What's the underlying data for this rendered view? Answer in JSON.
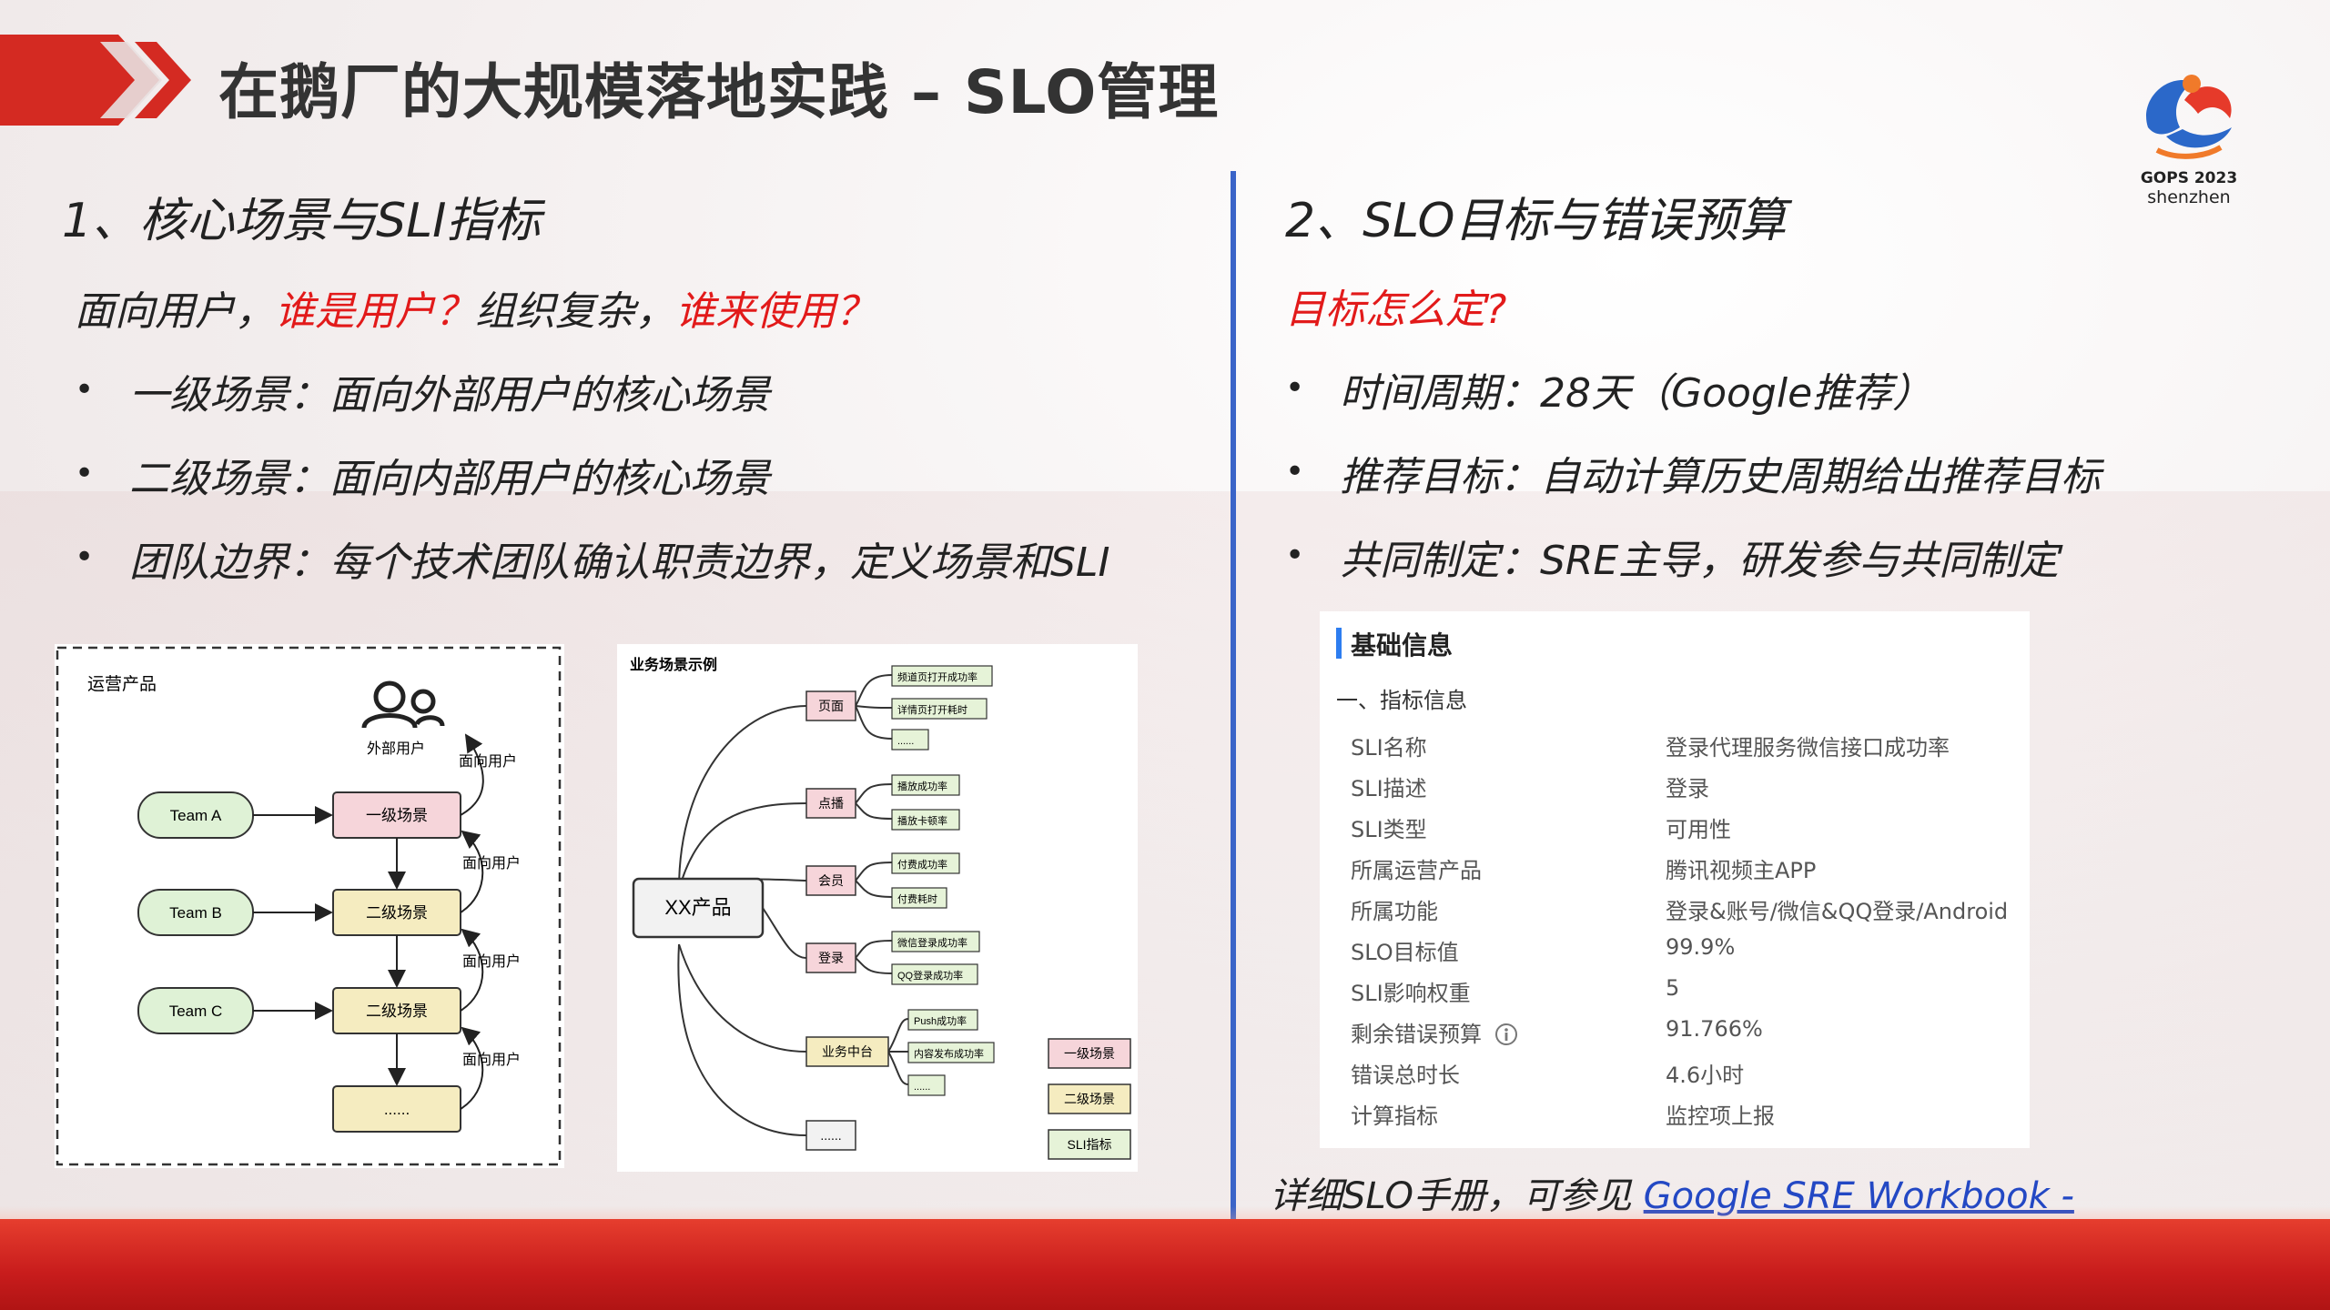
{
  "title": "在鹅厂的大规模落地实践 – SLO管理",
  "logo": {
    "line1": "GOPS 2023",
    "line2": "shenzhen"
  },
  "left": {
    "heading": "1、核心场景与SLI指标",
    "intro": {
      "p1": "面向用户，",
      "p2": "谁是用户？",
      "p3": "组织复杂，",
      "p4": "谁来使用？"
    },
    "bullets": [
      "一级场景：面向外部用户的核心场景",
      "二级场景：面向内部用户的核心场景",
      "团队边界：每个技术团队确认职责边界，定义场景和SLI"
    ]
  },
  "diagram1": {
    "box_title": "运营产品",
    "user_label": "外部用户",
    "teams": [
      "Team A",
      "Team B",
      "Team C"
    ],
    "scenes": [
      "一级场景",
      "二级场景",
      "二级场景",
      "......"
    ],
    "arrow_labels": [
      "面向用户",
      "面向用户",
      "面向用户",
      "面向用户"
    ]
  },
  "diagram2": {
    "title": "业务场景示例",
    "root": "XX产品",
    "branches": [
      {
        "label": "页面",
        "leaves": [
          "频道页打开成功率",
          "详情页打开耗时",
          "......"
        ]
      },
      {
        "label": "点播",
        "leaves": [
          "播放成功率",
          "播放卡顿率"
        ]
      },
      {
        "label": "会员",
        "leaves": [
          "付费成功率",
          "付费耗时"
        ]
      },
      {
        "label": "登录",
        "leaves": [
          "微信登录成功率",
          "QQ登录成功率"
        ]
      },
      {
        "label": "业务中台",
        "leaves": [
          "Push成功率",
          "内容发布成功率",
          "......"
        ]
      },
      {
        "label": "......",
        "leaves": []
      }
    ],
    "legend": [
      "一级场景",
      "二级场景",
      "SLI指标"
    ]
  },
  "right": {
    "heading": "2、SLO目标与错误预算",
    "question": "目标怎么定?",
    "bullets": [
      "时间周期：28天（Google推荐）",
      "推荐目标：自动计算历史周期给出推荐目标",
      "共同制定：SRE主导，研发参与共同制定"
    ]
  },
  "info": {
    "section": "基础信息",
    "subsection": "一、指标信息",
    "rows": [
      {
        "k": "SLI名称",
        "v": "登录代理服务微信接口成功率"
      },
      {
        "k": "SLI描述",
        "v": "登录"
      },
      {
        "k": "SLI类型",
        "v": "可用性"
      },
      {
        "k": "所属运营产品",
        "v": "腾讯视频主APP"
      },
      {
        "k": "所属功能",
        "v": "登录&账号/微信&QQ登录/Android"
      },
      {
        "k": "SLO目标值",
        "v": "99.9%"
      },
      {
        "k": "SLI影响权重",
        "v": "5"
      },
      {
        "k": "剩余错误预算",
        "v": "91.766%"
      },
      {
        "k": "错误总时长",
        "v": "4.6小时"
      },
      {
        "k": "计算指标",
        "v": "监控项上报"
      }
    ]
  },
  "footer": {
    "prefix": "详细SLO手册，可参见 ",
    "link": "Google SRE Workbook - implementing-slos"
  },
  "colors": {
    "accent_red": "#e21a1a",
    "divider_blue": "#3a64c8",
    "link_blue": "#2348c4"
  }
}
